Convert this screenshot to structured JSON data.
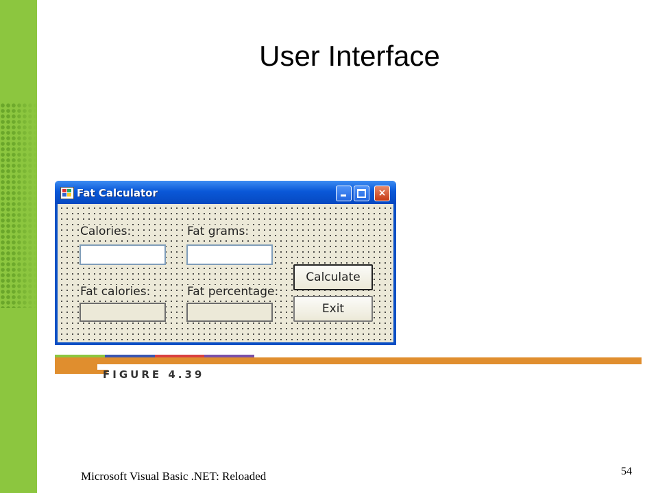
{
  "slide": {
    "title": "User Interface",
    "footer": "Microsoft Visual Basic .NET: Reloaded",
    "page_number": "54",
    "figure_label": "FIGURE 4.39"
  },
  "window": {
    "title": "Fat Calculator",
    "controls": {
      "minimize": "minimize-icon",
      "maximize": "maximize-icon",
      "close": "×"
    },
    "labels": {
      "calories": "Calories:",
      "fat_grams": "Fat grams:",
      "fat_calories": "Fat calories:",
      "fat_percentage": "Fat percentage:"
    },
    "inputs": {
      "calories_value": "",
      "fat_grams_value": "",
      "fat_calories_value": "",
      "fat_percentage_value": ""
    },
    "buttons": {
      "calculate": "Calculate",
      "exit": "Exit"
    }
  },
  "colors": {
    "side_bar": "#8cc63f",
    "titlebar": "#0a58d8",
    "rule_orange": "#e08e2e",
    "rule_green": "#8cc63f",
    "rule_blue": "#3a56b0",
    "rule_red": "#d94040",
    "rule_purple": "#7a50a8"
  }
}
